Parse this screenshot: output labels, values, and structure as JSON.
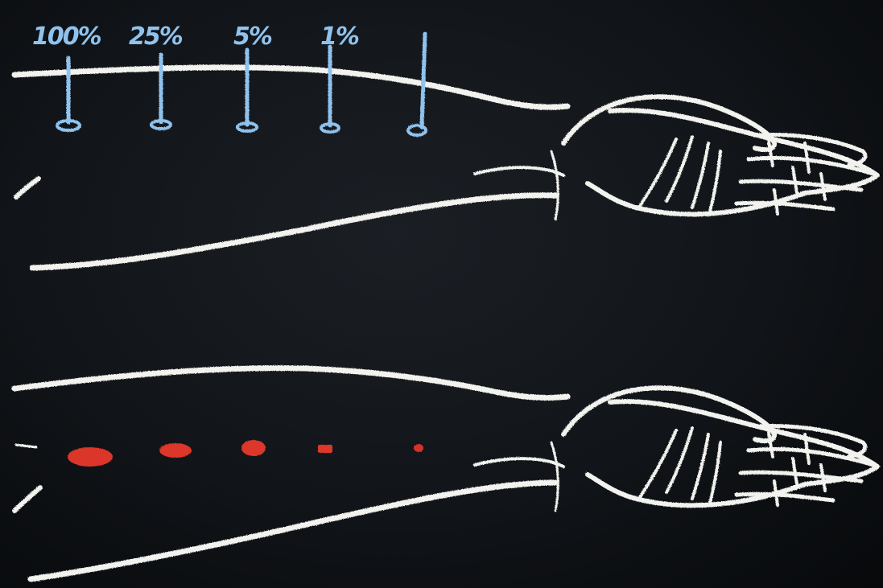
{
  "colors": {
    "board": "#111418",
    "chalk_white": "#f2f2ee",
    "chalk_blue": "#8fc3ee",
    "chalk_red": "#e8382c"
  },
  "concentration_labels": [
    "100%",
    "25%",
    "5%",
    "1%"
  ],
  "test_sites": {
    "count": 5,
    "spots": [
      {
        "reaction": "large"
      },
      {
        "reaction": "medium"
      },
      {
        "reaction": "medium-small"
      },
      {
        "reaction": "small"
      },
      {
        "reaction": "faint"
      }
    ]
  }
}
